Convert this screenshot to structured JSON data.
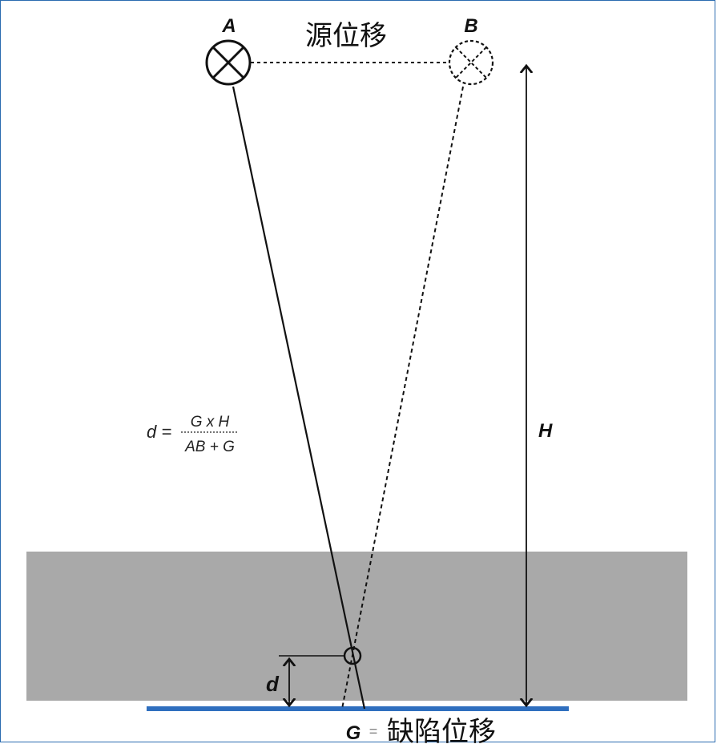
{
  "labels": {
    "source_a": "A",
    "source_b": "B",
    "source_displacement": "源位移",
    "height": "H",
    "depth": "d",
    "defect_displacement_symbol": "G",
    "equals": "=",
    "defect_displacement": "缺陷位移"
  },
  "formula": {
    "lhs": "d =",
    "numerator": "G x H",
    "denominator": "AB + G"
  },
  "colors": {
    "specimen": "#a9a9a9",
    "film": "#2f6fbf",
    "line": "#111111",
    "frame": "#2a6bb0"
  }
}
